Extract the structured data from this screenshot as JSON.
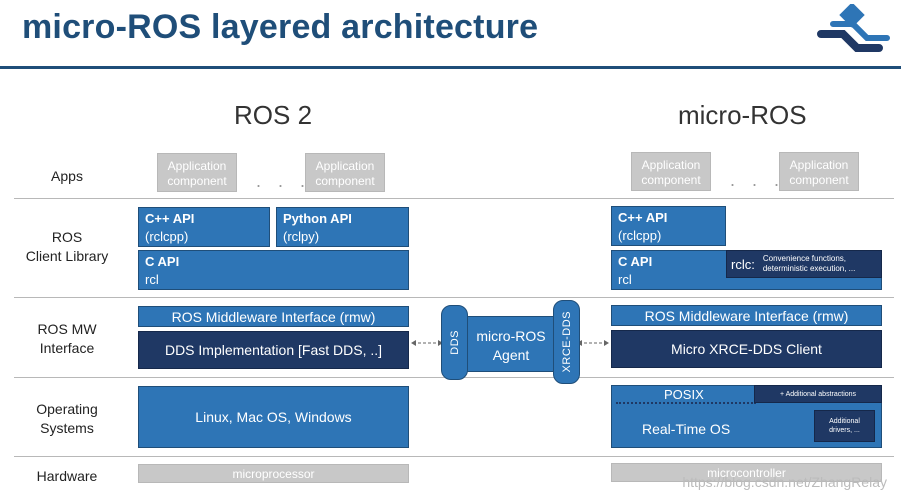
{
  "title": "micro-ROS layered architecture",
  "columns": {
    "left": "ROS 2",
    "right": "micro-ROS"
  },
  "rows": {
    "apps": "Apps",
    "client_library": [
      "ROS",
      "Client Library"
    ],
    "mw_interface": [
      "ROS MW",
      "Interface"
    ],
    "os": [
      "Operating",
      "Systems"
    ],
    "hardware": "Hardware"
  },
  "ros2": {
    "app1": [
      "Application",
      "component"
    ],
    "app2": [
      "Application",
      "component"
    ],
    "dots": ". . .",
    "cpp_api": {
      "title": "C++ API",
      "sub": "(rclcpp)"
    },
    "python_api": {
      "title": "Python API",
      "sub": "(rclpy)"
    },
    "c_api": {
      "title": "C API",
      "sub": "rcl"
    },
    "rmw": "ROS Middleware Interface (rmw)",
    "dds": "DDS Implementation [Fast DDS, ..]",
    "os": "Linux, Mac OS, Windows",
    "hw": "microprocessor"
  },
  "middle": {
    "dds_tag": "DDS",
    "agent": [
      "micro-ROS",
      "Agent"
    ],
    "xrce_tag": "XRCE-DDS"
  },
  "microros": {
    "app1": [
      "Application",
      "component"
    ],
    "app2": [
      "Application",
      "component"
    ],
    "dots": ". . .",
    "cpp_api": {
      "title": "C++ API",
      "sub": "(rclcpp)"
    },
    "c_api": {
      "title": "C API",
      "sub": "rcl"
    },
    "rclc": {
      "label": "rclc:",
      "desc": [
        "Convenience functions,",
        "deterministic execution, ..."
      ]
    },
    "rmw": "ROS Middleware Interface (rmw)",
    "xrce_client": "Micro XRCE-DDS Client",
    "posix": "POSIX",
    "additional_abstractions": "+ Additional abstractions",
    "rtos": "Real-Time OS",
    "additional_drivers": [
      "Additional",
      "drivers, ..."
    ],
    "hw": "microcontroller"
  },
  "watermark": "https://blog.csdn.net/ZhangRelay",
  "colors": {
    "title": "#1f4e79",
    "blue": "#2e75b6",
    "navy": "#1f3864",
    "gray": "#c8c8c8"
  }
}
